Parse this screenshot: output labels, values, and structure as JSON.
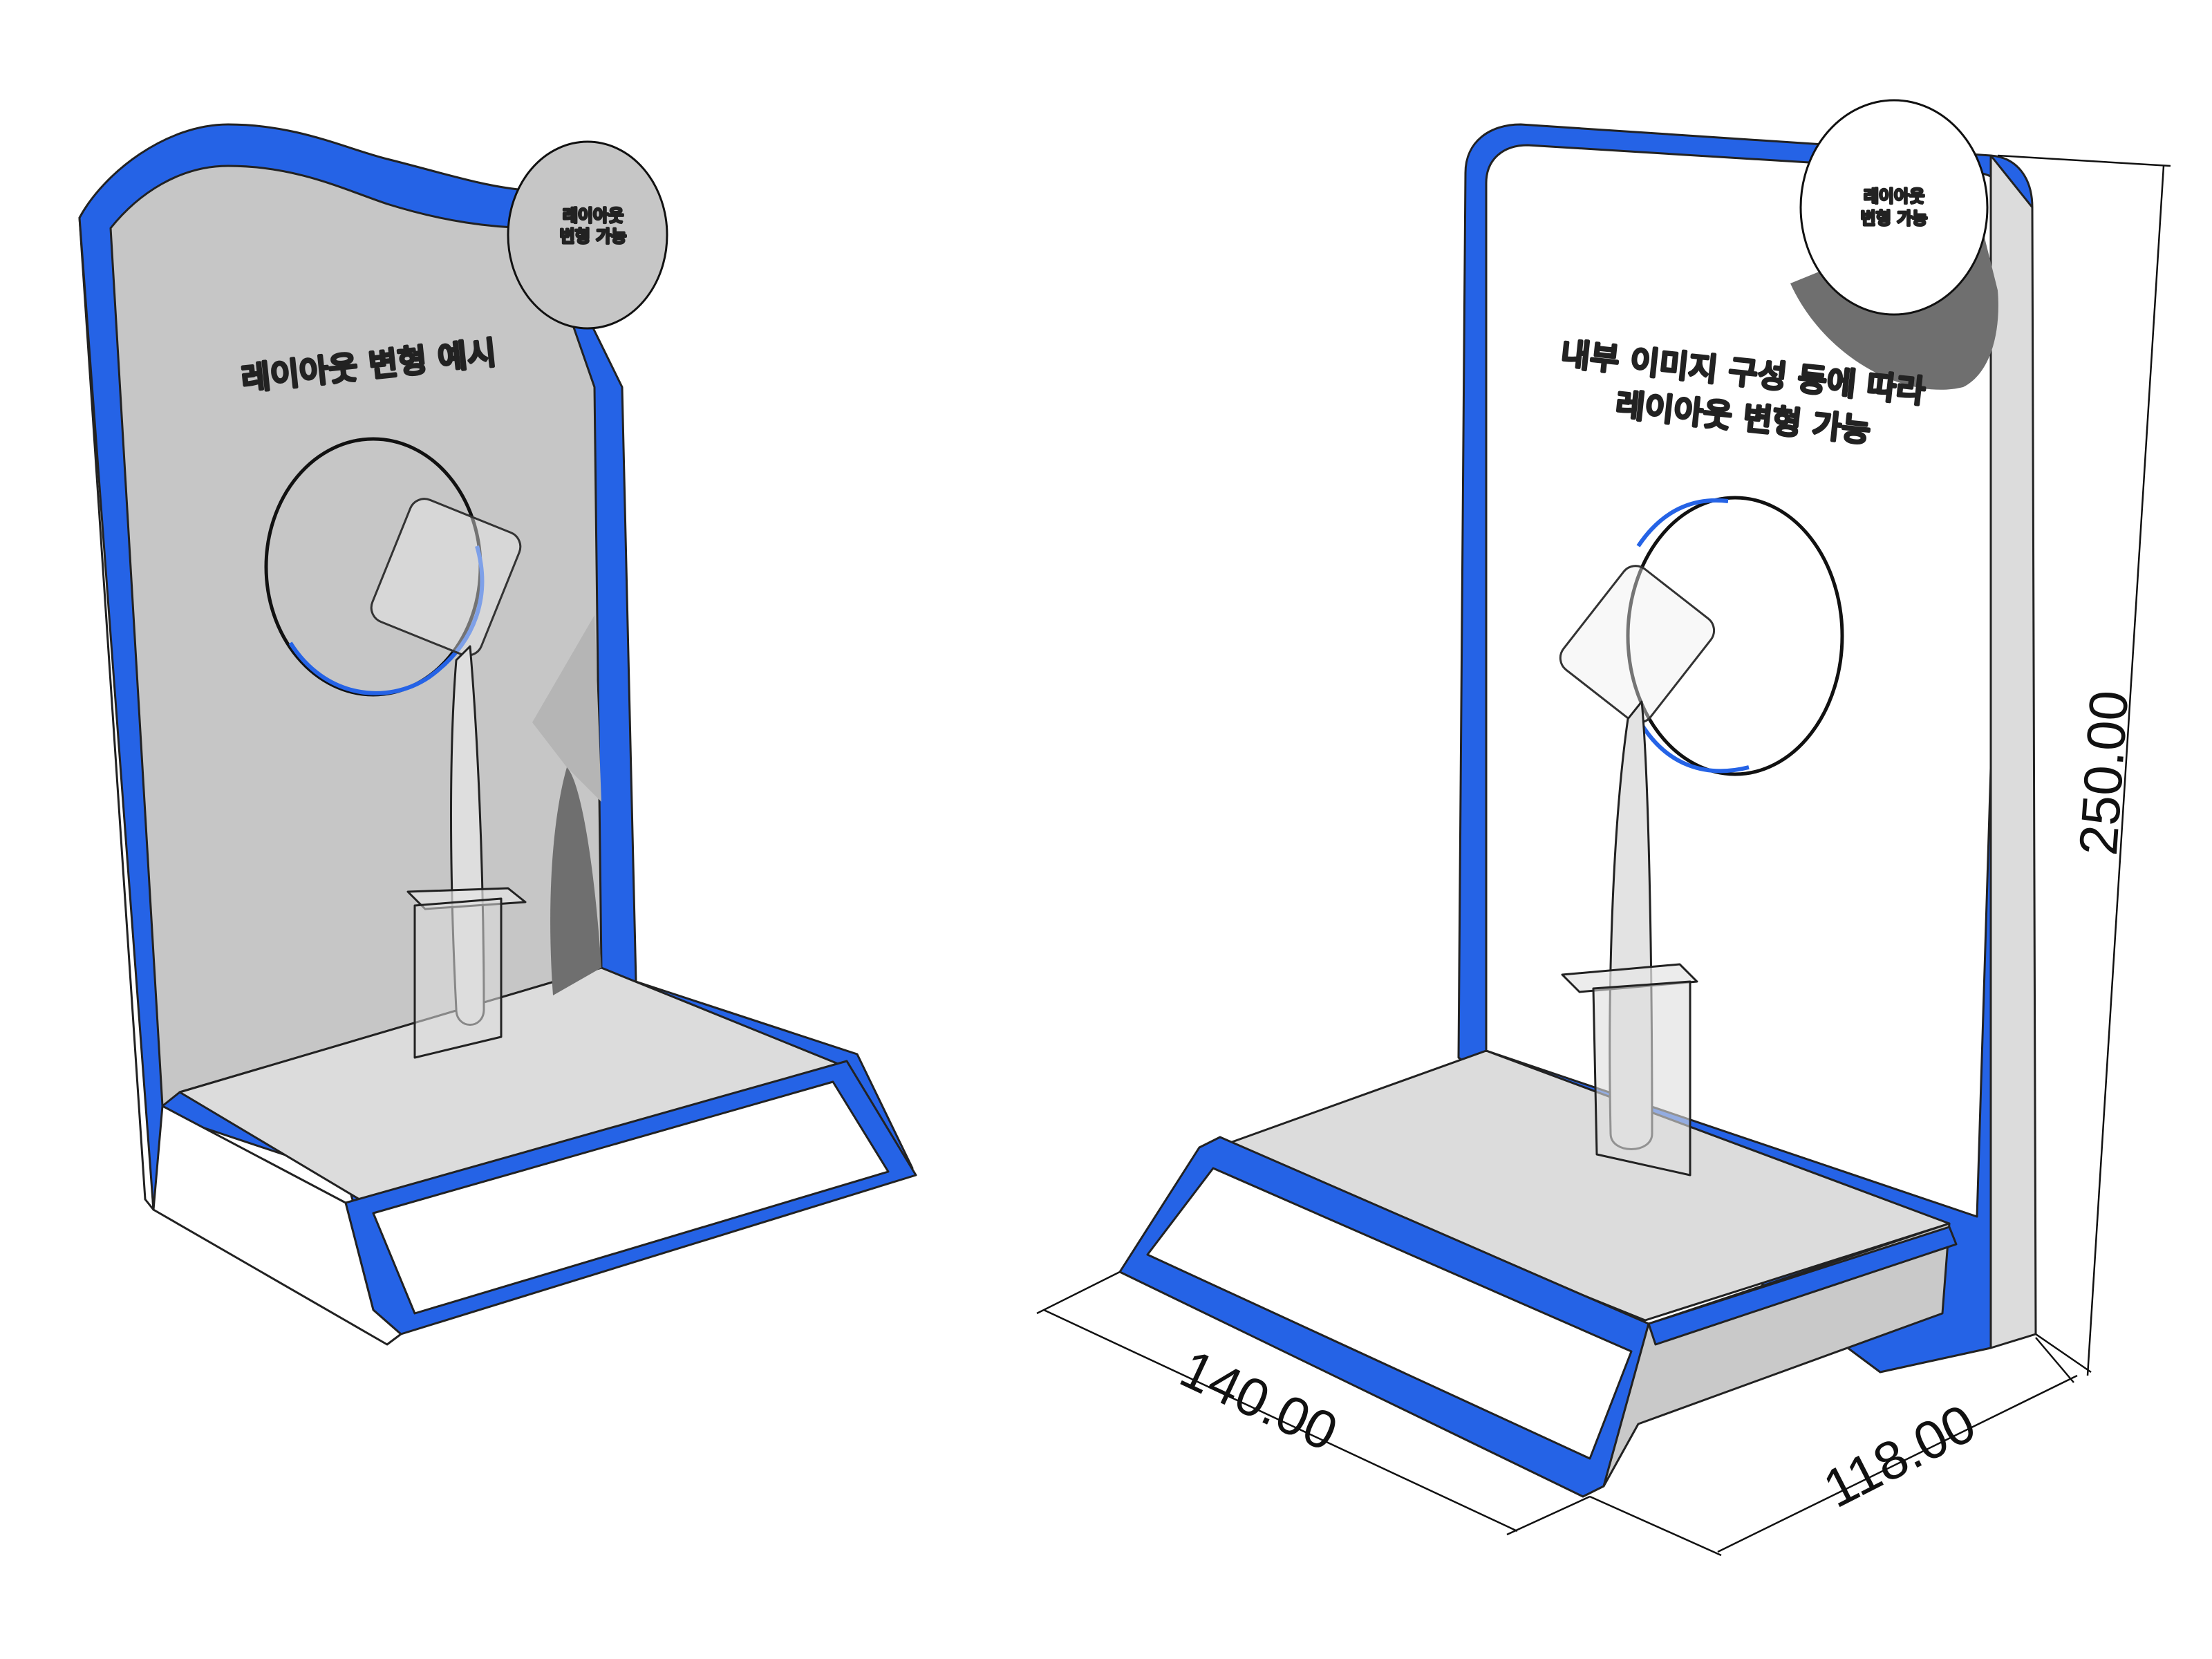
{
  "left_display": {
    "badge_line1": "레이아웃",
    "badge_line2": "변형 가능",
    "headline": "레이아웃 변형 예시"
  },
  "right_display": {
    "badge_line1": "레이아웃",
    "badge_line2": "변형 가능",
    "headline_line1": "내부 이미지 구성 등에 따라",
    "headline_line2": "레이아웃 변형 가능"
  },
  "dimensions": {
    "height": "250.00",
    "width": "140.00",
    "depth": "118.00"
  },
  "colors": {
    "frame_blue": "#2563e6",
    "frame_blue_dark": "#1d4fcc",
    "panel_grey": "#c6c6c6",
    "top_grey": "#dcdcdc",
    "panel_white": "#ffffff",
    "shadow": "#6f6f6f"
  }
}
